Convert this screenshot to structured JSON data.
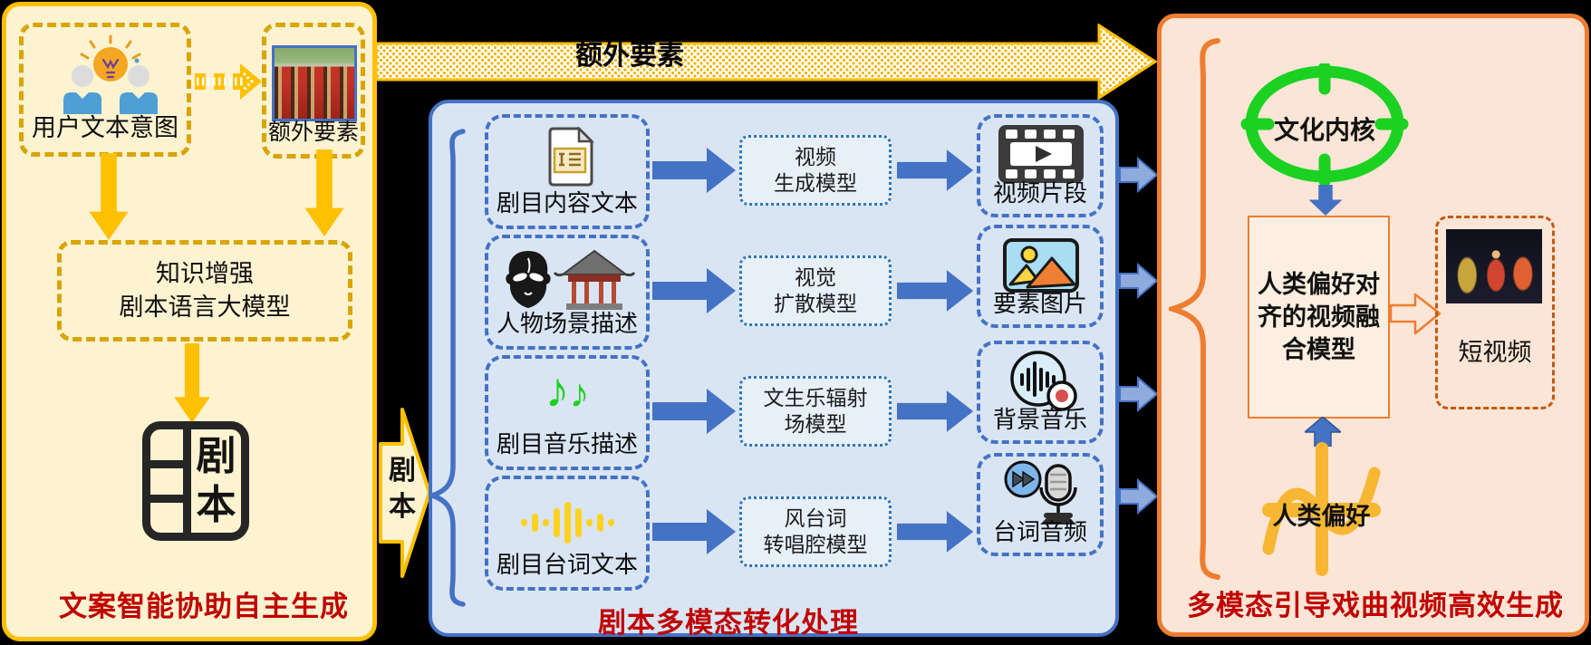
{
  "colors": {
    "background": "#000000",
    "left_panel_fill": "#FDF3D1",
    "left_panel_border": "#FFC000",
    "left_dashed_border": "#D8A502",
    "middle_panel_fill": "#D9E5F3",
    "middle_panel_border": "#4472C4",
    "model_box_border": "#2E74B5",
    "blue_arrow": "#4472C4",
    "gap_arrow_fill": "#8FAADC",
    "right_panel_fill": "#FBE5D6",
    "right_panel_border": "#ED7D31",
    "short_video_border": "#C55A11",
    "green_icon": "#1BD121",
    "yellow_icon": "#F7B733",
    "title_red": "#C00000",
    "arrow_yellow": "#FFC000"
  },
  "left_panel": {
    "user_intent_label": "用户文本意图",
    "extra_elements_label": "额外要素",
    "llm_box_line1": "知识增强",
    "llm_box_line2": "剧本语言大模型",
    "script_icon_char1": "剧",
    "script_icon_char2": "本",
    "title": "文案智能协助自主生成"
  },
  "top_arrow_label": "额外要素",
  "script_arrow": {
    "char1": "剧",
    "char2": "本"
  },
  "middle_panel": {
    "title": "剧本多模态转化处理",
    "rows": [
      {
        "input_label": "剧目内容文本",
        "model_line1": "视频",
        "model_line2": "生成模型",
        "output_label": "视频片段",
        "input_icon": "document-text-icon",
        "output_icon": "film-play-icon"
      },
      {
        "input_label": "人物场景描述",
        "model_line1": "视觉",
        "model_line2": "扩散模型",
        "output_label": "要素图片",
        "input_icon": "opera-mask-temple-icon",
        "output_icon": "picture-icon"
      },
      {
        "input_label": "剧目音乐描述",
        "model_line1": "文生乐辐射",
        "model_line2": "场模型",
        "output_label": "背景音乐",
        "input_icon": "music-notes-icon",
        "output_icon": "sound-wave-record-icon",
        "music_note_glyph": "♪"
      },
      {
        "input_label": "剧目台词文本",
        "model_line1": "风台词",
        "model_line2": "转唱腔模型",
        "output_label": "台词音频",
        "input_icon": "audio-waveform-icon",
        "output_icon": "microphone-fastforward-icon"
      }
    ]
  },
  "right_panel": {
    "culture_core_label": "文化内核",
    "fusion_model_line1": "人类偏好对",
    "fusion_model_line2": "齐的视频融",
    "fusion_model_line3": "合模型",
    "short_video_label": "短视频",
    "human_preference_label": "人类偏好",
    "title": "多模态引导戏曲视频高效生成"
  }
}
